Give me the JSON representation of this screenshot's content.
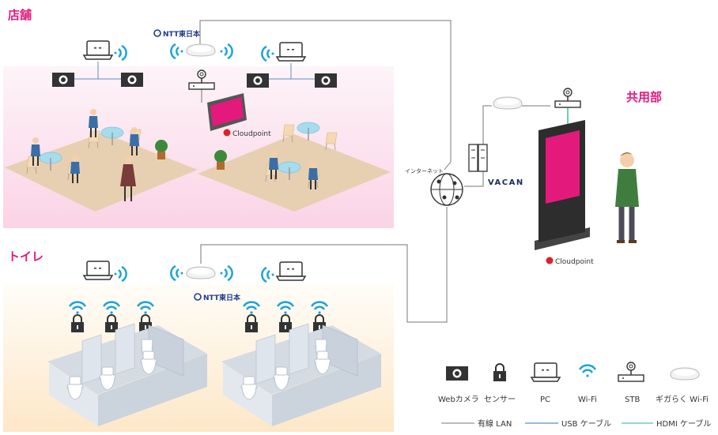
{
  "sections": {
    "store": "店舗",
    "toilet": "トイレ",
    "common": "共用部"
  },
  "brands": {
    "ntt": "NTT東日本",
    "cloudpoint": "Cloudpoint",
    "vacan": "VACAN"
  },
  "labels": {
    "internet": "インターネット"
  },
  "legend": {
    "webcam": "Webカメラ",
    "sensor": "センサー",
    "pc": "PC",
    "wifi": "Wi-Fi",
    "stb": "STB",
    "gigaraku": "ギガらく Wi-Fi",
    "wired_lan": "有線 LAN",
    "usb_cable": "USB ケーブル",
    "hdmi_cable": "HDMI ケーブル"
  },
  "colors": {
    "accent": "#e4197c",
    "wifi": "#1aa3dd",
    "usb": "#5b8fc7",
    "hdmi": "#6fcfb4",
    "lan": "#777777"
  }
}
